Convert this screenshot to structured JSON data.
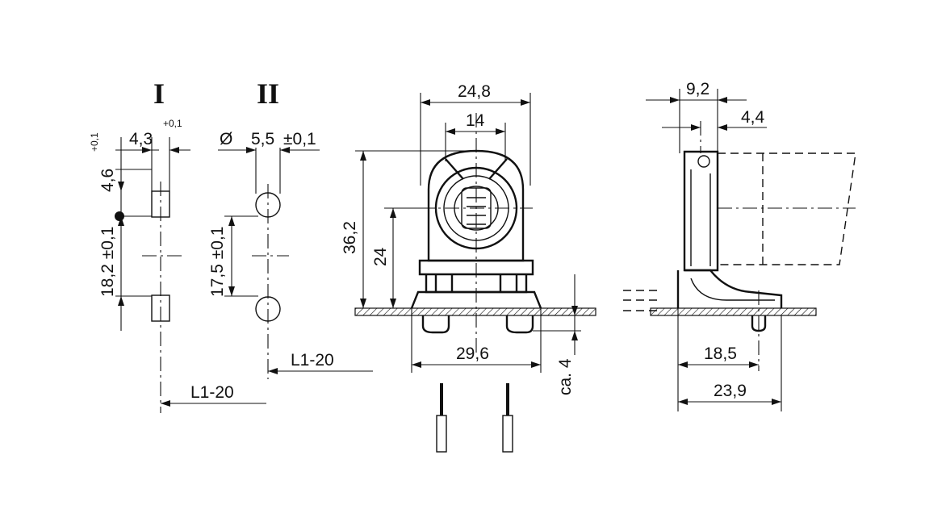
{
  "views": {
    "view_1": {
      "label": "I",
      "tol_top": "+0,1",
      "tol_side": "+0,1",
      "width": "4,3",
      "height": "4,6",
      "pitch": "18,2 ±0,1",
      "lead": "L1-20"
    },
    "view_2": {
      "label": "II",
      "phi": "Ø",
      "diameter": "5,5",
      "dia_tol": "±0,1",
      "pitch": "17,5 ±0,1",
      "lead": "L1-20"
    }
  },
  "front_view": {
    "width_top": "24,8",
    "width_inner": "14",
    "height_total": "36,2",
    "height_center": "24",
    "width_base": "29,6",
    "depth_label": "ca. 4"
  },
  "side_view": {
    "width_top": "9,2",
    "offset": "4,4",
    "base_1": "18,5",
    "base_2": "23,9"
  }
}
